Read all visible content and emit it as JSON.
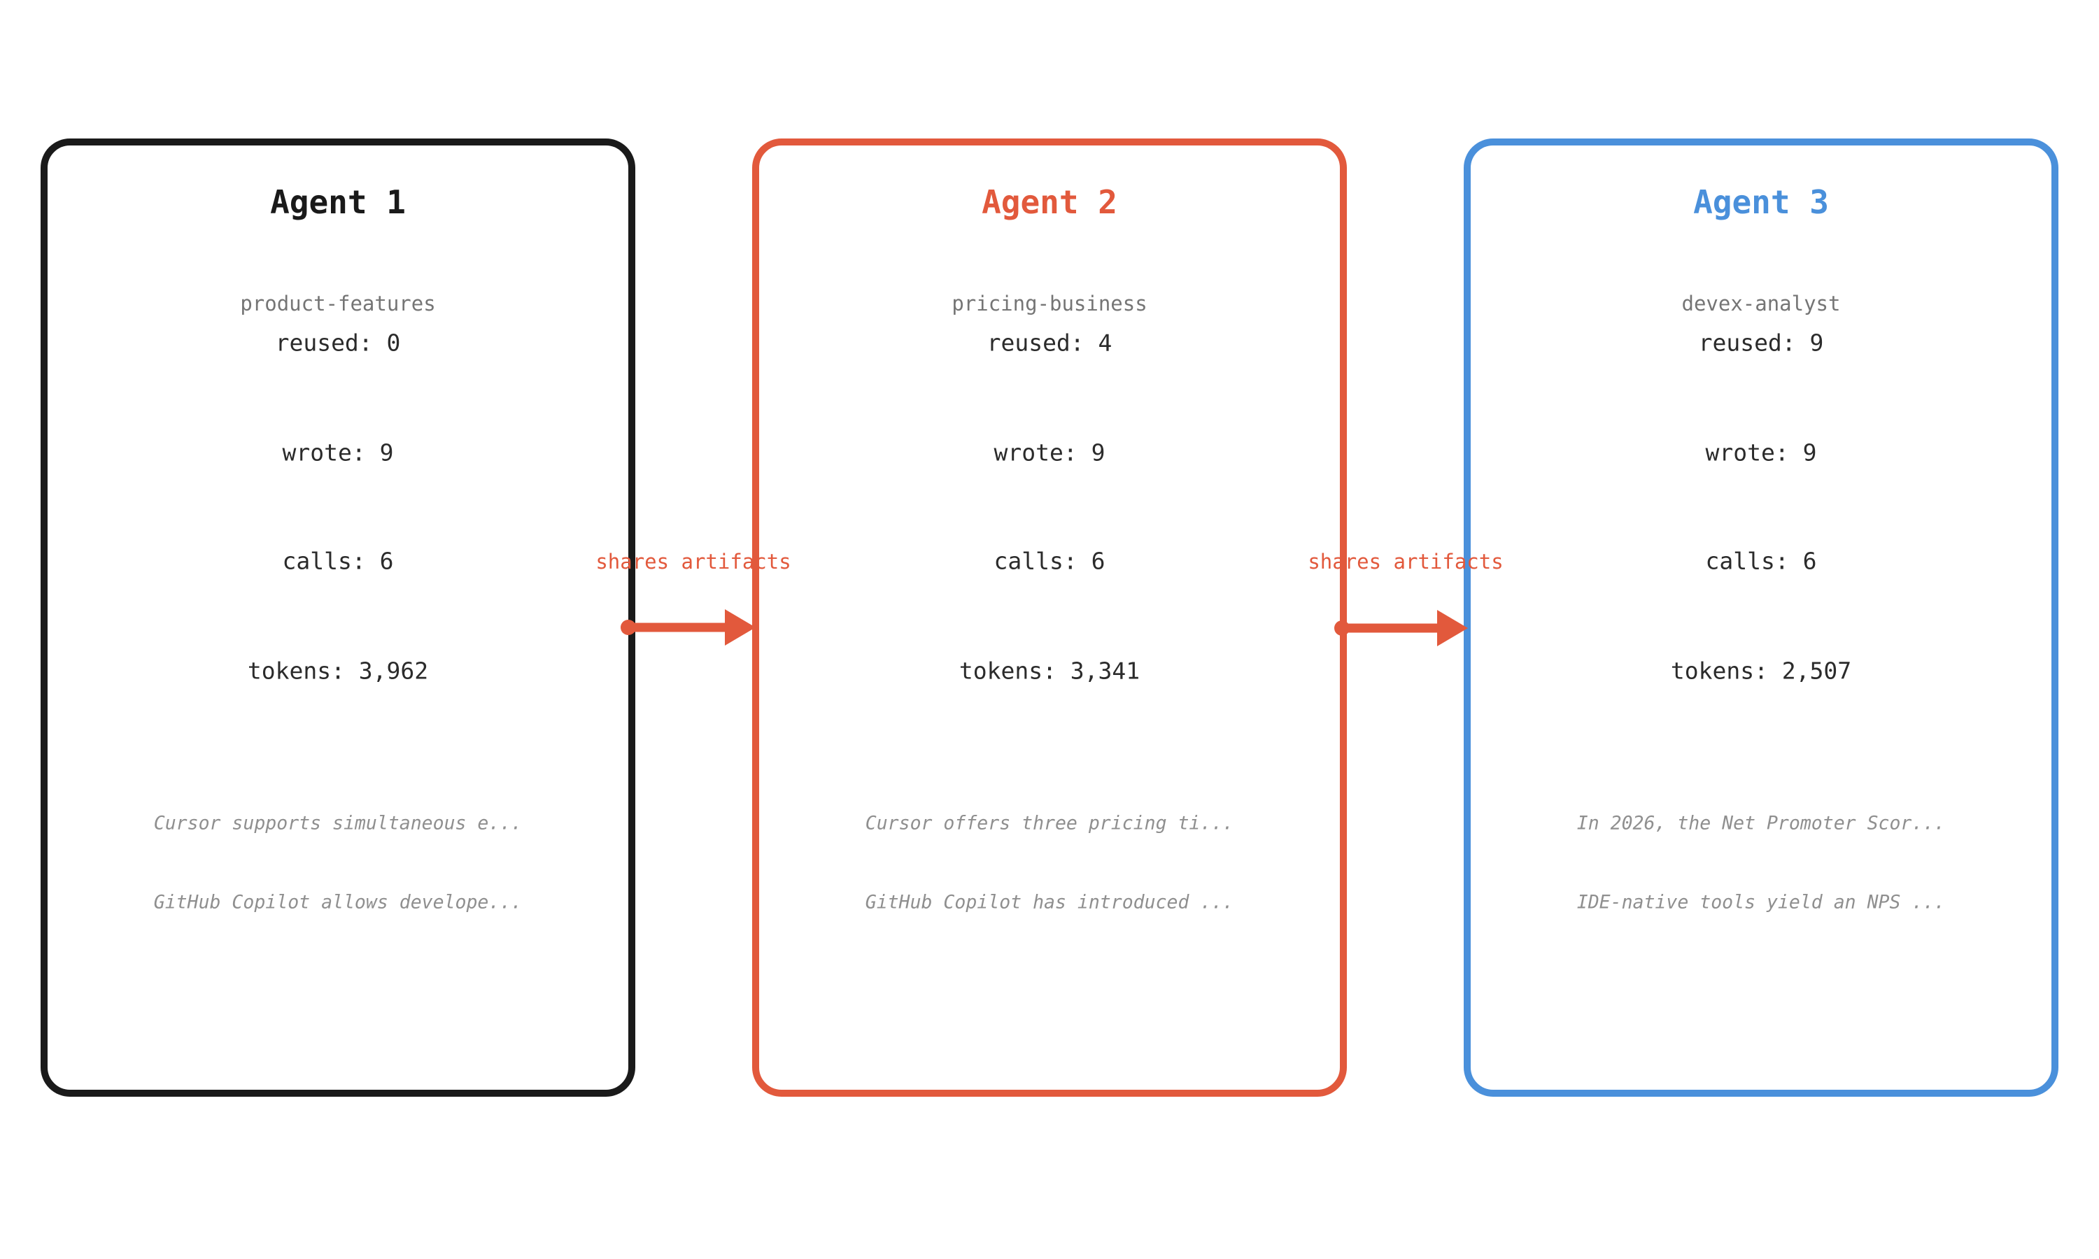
{
  "diagram": {
    "background": "#ffffff",
    "kind": "agent-pipeline-diagram"
  },
  "agents": [
    {
      "title": "Agent 1",
      "role": "product-features",
      "accent_color": "#1a1a1a",
      "stats": [
        "reused: 0",
        "wrote: 9",
        "calls: 6",
        "tokens: 3,962"
      ],
      "snippets": [
        "Cursor supports simultaneous e...",
        "GitHub Copilot allows develope..."
      ]
    },
    {
      "title": "Agent 2",
      "role": "pricing-business",
      "accent_color": "#e2593c",
      "stats": [
        "reused: 4",
        "wrote: 9",
        "calls: 6",
        "tokens: 3,341"
      ],
      "snippets": [
        "Cursor offers three pricing ti...",
        "GitHub Copilot has introduced ..."
      ]
    },
    {
      "title": "Agent 3",
      "role": "devex-analyst",
      "accent_color": "#4a90db",
      "stats": [
        "reused: 9",
        "wrote: 9",
        "calls: 6",
        "tokens: 2,507"
      ],
      "snippets": [
        "In 2026, the Net Promoter Scor...",
        "IDE-native tools yield an NPS ..."
      ]
    }
  ],
  "connections": [
    {
      "from": "Agent 1",
      "to": "Agent 2",
      "label": "shares artifacts",
      "color": "#e2593c"
    },
    {
      "from": "Agent 2",
      "to": "Agent 3",
      "label": "shares artifacts",
      "color": "#e2593c"
    }
  ]
}
